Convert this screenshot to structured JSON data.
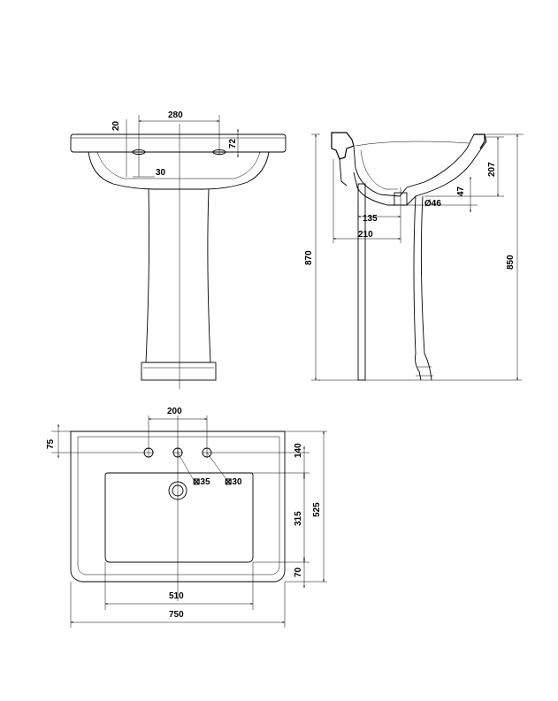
{
  "front_view": {
    "dim_tap_spacing": "280",
    "dim_tap_offset": "20",
    "dim_rim_height": "72",
    "dim_tap_hole": "30",
    "dim_total_height": "870"
  },
  "side_view": {
    "dim_bowl_depth": "207",
    "dim_waste_height": "47",
    "dim_waste_diameter": "Ø46",
    "dim_waste_offset": "135",
    "dim_projection": "210",
    "dim_rim_height": "850"
  },
  "plan_view": {
    "dim_tap_spacing": "200",
    "dim_back_to_tap": "75",
    "dim_tap_to_waste": "140",
    "dim_waste_hole": "⊠35",
    "dim_overflow_hole": "⊠30",
    "dim_bowl_depth": "315",
    "dim_total_depth": "525",
    "dim_front_rim": "70",
    "dim_bowl_width": "510",
    "dim_total_width": "750"
  }
}
